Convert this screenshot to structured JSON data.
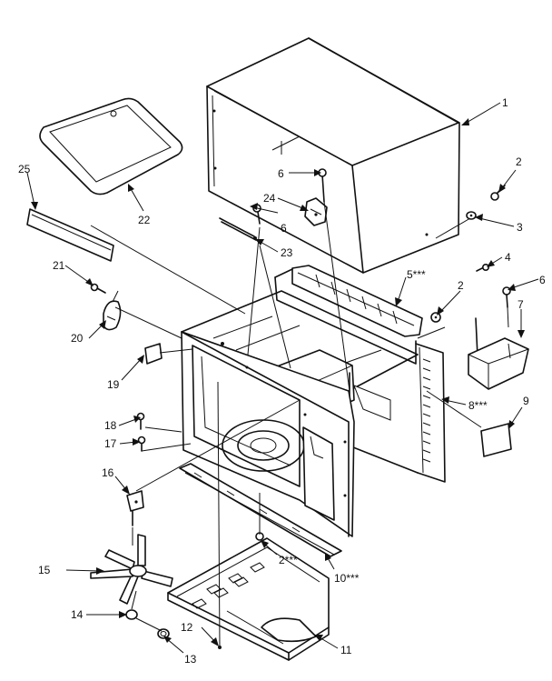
{
  "labels": {
    "p1": "1",
    "p2a": "2",
    "p2b": "2",
    "p2c": "2***",
    "p3": "3",
    "p4": "4",
    "p5": "5***",
    "p6a": "6",
    "p6b": "6",
    "p6c": "6",
    "p7": "7",
    "p8": "8***",
    "p9": "9",
    "p10": "10***",
    "p11": "11",
    "p12": "12",
    "p13": "13",
    "p14": "14",
    "p15": "15",
    "p16": "16",
    "p17": "17",
    "p18": "18",
    "p19": "19",
    "p20": "20",
    "p21": "21",
    "p22": "22",
    "p23": "23",
    "p24": "24",
    "p25": "25"
  }
}
